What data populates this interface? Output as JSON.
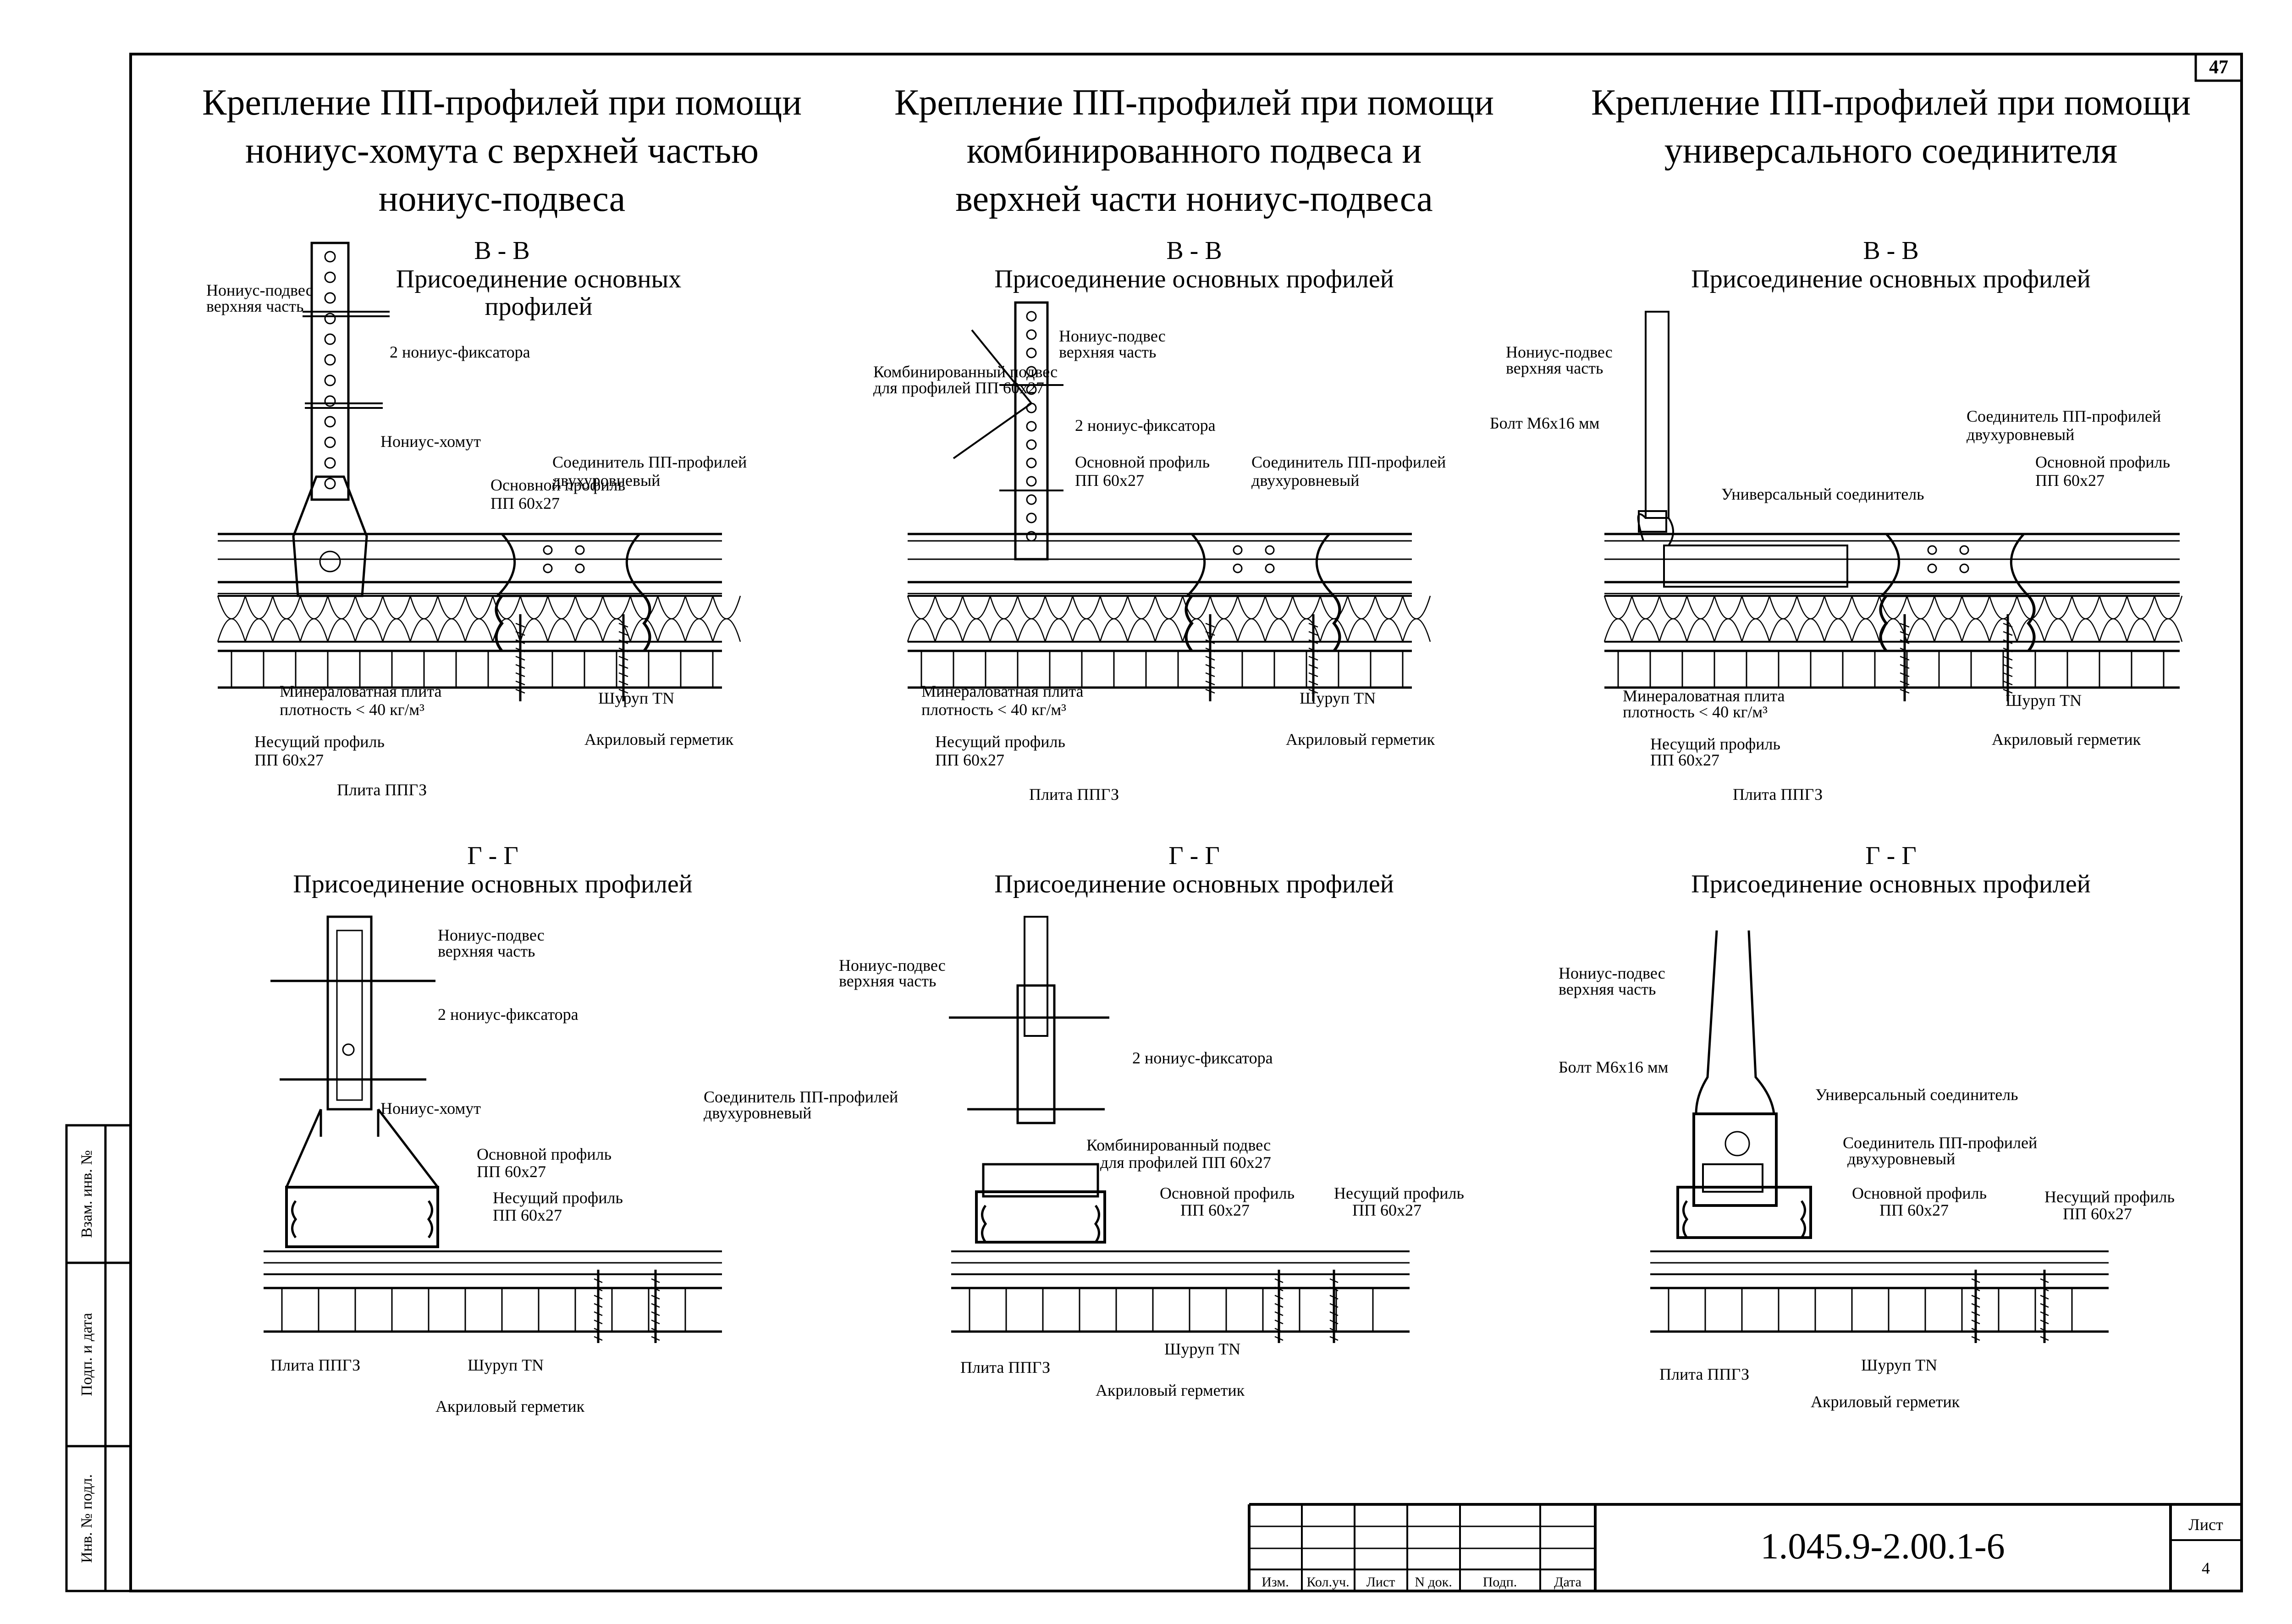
{
  "sheet": {
    "page_number": "47",
    "doc_code": "1.045.9-2.00.1-6",
    "sheet_label": "Лист",
    "sheet_number": "4",
    "table_headers": [
      "Изм.",
      "Кол.уч.",
      "Лист",
      "N док.",
      "Подп.",
      "Дата"
    ],
    "side_stamps": [
      "Взам. инв. №",
      "Подп. и дата",
      "Инв. № подл."
    ]
  },
  "columns": [
    {
      "title": [
        "Крепление ПП-профилей при помощи",
        "нониус-хомута с верхней частью",
        "нониус-подвеса"
      ],
      "top": {
        "section": "В - В",
        "caption": [
          "Присоединение основных",
          "профилей"
        ],
        "labels": [
          "Нониус-подвес",
          "верхняя часть",
          "2 нониус-фиксатора",
          "Нониус-хомут",
          "Основной профиль",
          "ПП 60х27",
          "Соединитель ПП-профилей",
          "двухуровневый",
          "Минераловатная плита",
          "плотность < 40 кг/м³",
          "Несущий профиль",
          "ПП 60х27",
          "Плита ППГЗ",
          "Шуруп TN",
          "Акриловый герметик"
        ]
      },
      "bottom": {
        "section": "Г - Г",
        "caption": [
          "Присоединение основных профилей"
        ],
        "labels": [
          "Нониус-подвес",
          "верхняя часть",
          "2 нониус-фиксатора",
          "Нониус-хомут",
          "Основной профиль",
          "ПП 60х27",
          "Несущий профиль",
          "ПП 60х27",
          "Плита ППГЗ",
          "Шуруп TN",
          "Акриловый герметик"
        ]
      }
    },
    {
      "title": [
        "Крепление ПП-профилей при помощи",
        "комбинированного подвеса и",
        "верхней части нониус-подвеса"
      ],
      "top": {
        "section": "В - В",
        "caption": [
          "Присоединение основных профилей"
        ],
        "labels": [
          "Нониус-подвес",
          "верхняя часть",
          "Комбинированный подвес",
          "для профилей ПП 60х27",
          "2 нониус-фиксатора",
          "Основной профиль",
          "ПП 60х27",
          "Соединитель ПП-профилей",
          "двухуровневый",
          "Минераловатная плита",
          "плотность < 40 кг/м³",
          "Несущий профиль",
          "ПП 60х27",
          "Плита ППГЗ",
          "Шуруп TN",
          "Акриловый герметик"
        ]
      },
      "bottom": {
        "section": "Г - Г",
        "caption": [
          "Присоединение основных профилей"
        ],
        "labels": [
          "Нониус-подвес",
          "верхняя часть",
          "2 нониус-фиксатора",
          "Соединитель ПП-профилей",
          "двухуровневый",
          "Комбинированный подвес",
          "для профилей ПП 60х27",
          "Основной профиль",
          "ПП 60х27",
          "Несущий профиль",
          "ПП 60х27",
          "Плита ППГЗ",
          "Шуруп TN",
          "Акриловый герметик"
        ]
      }
    },
    {
      "title": [
        "Крепление ПП-профилей при помощи",
        "универсального соединителя"
      ],
      "top": {
        "section": "В - В",
        "caption": [
          "Присоединение основных профилей"
        ],
        "labels": [
          "Нониус-подвес",
          "верхняя часть",
          "Болт М6х16 мм",
          "Универсальный соединитель",
          "Соединитель ПП-профилей",
          "двухуровневый",
          "Основной профиль",
          "ПП 60х27",
          "Минераловатная плита",
          "плотность < 40 кг/м³",
          "Несущий профиль",
          "ПП 60х27",
          "Плита ППГЗ",
          "Шуруп TN",
          "Акриловый герметик"
        ]
      },
      "bottom": {
        "section": "Г - Г",
        "caption": [
          "Присоединение основных профилей"
        ],
        "labels": [
          "Нониус-подвес",
          "верхняя часть",
          "Болт М6х16 мм",
          "Универсальный соединитель",
          "Соединитель ПП-профилей",
          "двухуровневый",
          "Основной профиль",
          "ПП 60х27",
          "Несущий профиль",
          "ПП 60х27",
          "Плита ППГЗ",
          "Шуруп TN",
          "Акриловый герметик"
        ]
      }
    }
  ]
}
